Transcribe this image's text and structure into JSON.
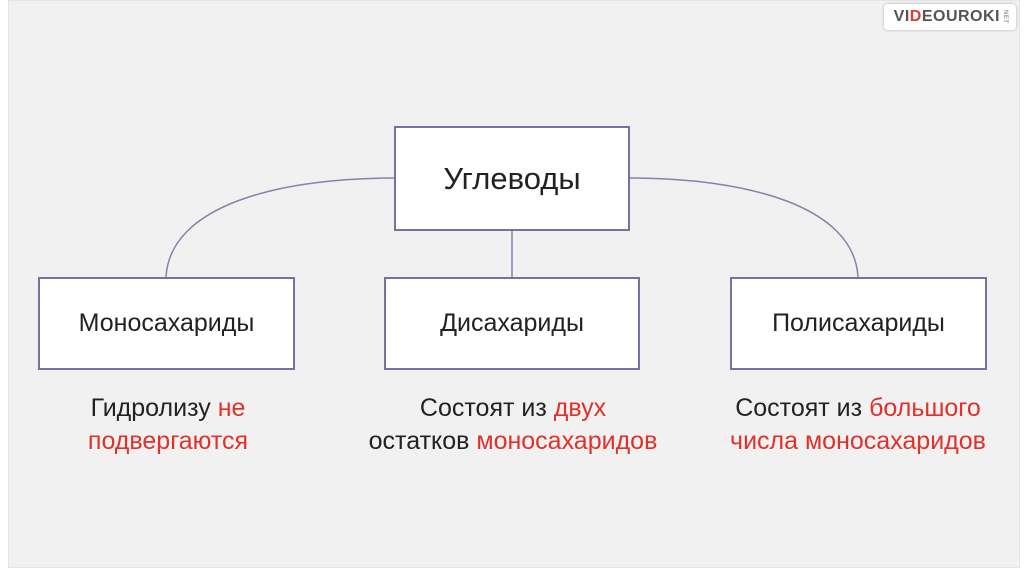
{
  "logo": {
    "part1": "VI",
    "part2": "D",
    "part3": "EOUROKI",
    "suffix": "NET"
  },
  "diagram": {
    "root": {
      "label": "Углеводы"
    },
    "children": [
      {
        "label": "Моносахариды",
        "description": {
          "line1_plain": "Гидролизу ",
          "line1_red": "не",
          "line2_plain": "",
          "line2_red": "подвергаются"
        }
      },
      {
        "label": "Дисахариды",
        "description": {
          "line1_plain": "Состоят из ",
          "line1_red": "двух",
          "line2_plain": "остатков ",
          "line2_red": "моносахаридов"
        }
      },
      {
        "label": "Полисахариды",
        "description": {
          "line1_plain": "Состоят из ",
          "line1_red": "большого",
          "line2_plain": "",
          "line2_red": "числа моносахаридов"
        }
      }
    ]
  },
  "colors": {
    "box_border": "#7c6ea3",
    "accent_red": "#e0312b",
    "background": "#f2f1f2"
  }
}
